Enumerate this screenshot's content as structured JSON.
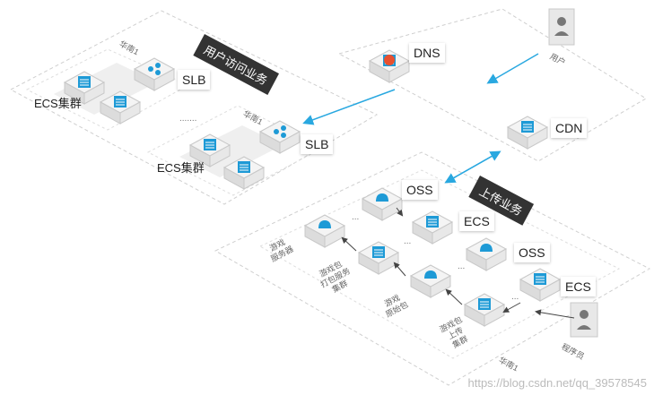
{
  "nodes": {
    "dns": "DNS",
    "user": "用户",
    "cdn": "CDN",
    "slb_1": "SLB",
    "slb_2": "SLB",
    "oss_1": "OSS",
    "ecs_1": "ECS",
    "oss_2": "OSS",
    "ecs_2": "ECS",
    "developer": "程序员"
  },
  "groups": {
    "user_access": "用户访问业务",
    "upload": "上传业务",
    "ecs_cluster_1": "ECS集群",
    "ecs_cluster_2": "ECS集群",
    "region_1": "华南1",
    "region_2": "华南1",
    "region_3": "华南1"
  },
  "steps": {
    "game_data": "游戏\n服务器",
    "game_pack": "游戏包\n打包服务\n集群",
    "game_info": "游戏\n原始包",
    "game_upload": "游戏包\n上传\n集群"
  },
  "watermark": "https://blog.csdn.net/qq_39578545",
  "colors": {
    "arrow": "#29a8e0",
    "tile_blue": "#1e9ad6",
    "dark_tag": "#333333"
  }
}
